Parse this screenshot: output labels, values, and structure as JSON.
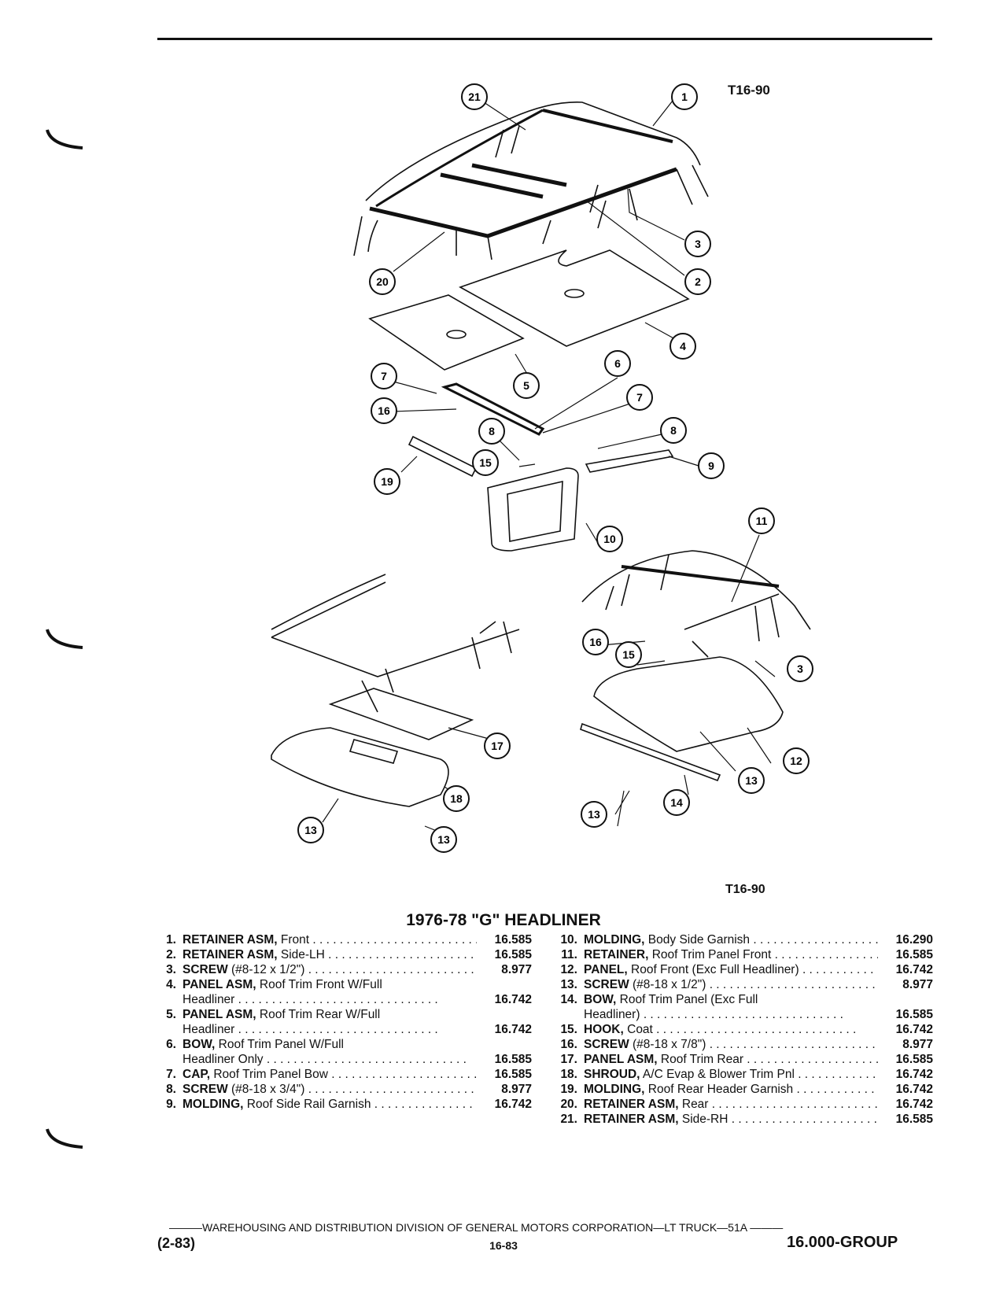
{
  "header": {
    "figure_code_top": "T16-90",
    "figure_code_bottom": "T16-90"
  },
  "callouts": [
    "21",
    "1",
    "3",
    "20",
    "2",
    "4",
    "5",
    "6",
    "7",
    "16",
    "7",
    "8",
    "8",
    "15",
    "9",
    "19",
    "10",
    "11",
    "16",
    "15",
    "3",
    "17",
    "12",
    "18",
    "13",
    "13",
    "14",
    "13",
    "13"
  ],
  "title": "1976-78 \"G\" HEADLINER",
  "parts_left": [
    {
      "num": "1.",
      "name": "RETAINER ASM,",
      "desc": " Front",
      "ref": "16.585"
    },
    {
      "num": "2.",
      "name": "RETAINER ASM,",
      "desc": " Side-LH",
      "ref": "16.585"
    },
    {
      "num": "3.",
      "name": "SCREW",
      "desc": " (#8-12 x 1/2\")",
      "ref": "8.977"
    },
    {
      "num": "4.",
      "name": "PANEL ASM,",
      "desc": " Roof Trim Front W/Full",
      "ref": ""
    },
    {
      "num": "",
      "name": "",
      "desc": "Headliner",
      "ref": "16.742"
    },
    {
      "num": "5.",
      "name": "PANEL ASM,",
      "desc": " Roof Trim Rear W/Full",
      "ref": ""
    },
    {
      "num": "",
      "name": "",
      "desc": "Headliner",
      "ref": "16.742"
    },
    {
      "num": "6.",
      "name": "BOW,",
      "desc": " Roof Trim Panel W/Full",
      "ref": ""
    },
    {
      "num": "",
      "name": "",
      "desc": "Headliner Only",
      "ref": "16.585"
    },
    {
      "num": "7.",
      "name": "CAP,",
      "desc": " Roof Trim Panel Bow",
      "ref": "16.585"
    },
    {
      "num": "8.",
      "name": "SCREW",
      "desc": " (#8-18 x 3/4\")",
      "ref": "8.977"
    },
    {
      "num": "9.",
      "name": "MOLDING,",
      "desc": " Roof Side Rail Garnish",
      "ref": "16.742"
    }
  ],
  "parts_right": [
    {
      "num": "10.",
      "name": "MOLDING,",
      "desc": " Body Side Garnish",
      "ref": "16.290"
    },
    {
      "num": "11.",
      "name": "RETAINER,",
      "desc": " Roof Trim Panel Front",
      "ref": "16.585"
    },
    {
      "num": "12.",
      "name": "PANEL,",
      "desc": " Roof Front (Exc Full Headliner)",
      "ref": "16.742"
    },
    {
      "num": "13.",
      "name": "SCREW",
      "desc": " (#8-18 x 1/2\")",
      "ref": "8.977"
    },
    {
      "num": "14.",
      "name": "BOW,",
      "desc": " Roof Trim Panel (Exc Full",
      "ref": ""
    },
    {
      "num": "",
      "name": "",
      "desc": "Headliner)",
      "ref": "16.585"
    },
    {
      "num": "15.",
      "name": "HOOK,",
      "desc": " Coat",
      "ref": "16.742"
    },
    {
      "num": "16.",
      "name": "SCREW",
      "desc": " (#8-18 x 7/8\")",
      "ref": "8.977"
    },
    {
      "num": "17.",
      "name": "PANEL ASM,",
      "desc": " Roof Trim Rear",
      "ref": "16.585"
    },
    {
      "num": "18.",
      "name": "SHROUD,",
      "desc": " A/C Evap & Blower Trim Pnl",
      "ref": "16.742"
    },
    {
      "num": "19.",
      "name": "MOLDING,",
      "desc": " Roof Rear Header Garnish .",
      "ref": "16.742"
    },
    {
      "num": "20.",
      "name": "RETAINER ASM,",
      "desc": " Rear",
      "ref": "16.742"
    },
    {
      "num": "21.",
      "name": "RETAINER ASM,",
      "desc": " Side-RH",
      "ref": "16.585"
    }
  ],
  "footer": {
    "division": "WAREHOUSING AND DISTRIBUTION DIVISION OF GENERAL MOTORS CORPORATION—LT TRUCK—51A",
    "date": "(2-83)",
    "page": "16-83",
    "group": "16.000-GROUP"
  }
}
